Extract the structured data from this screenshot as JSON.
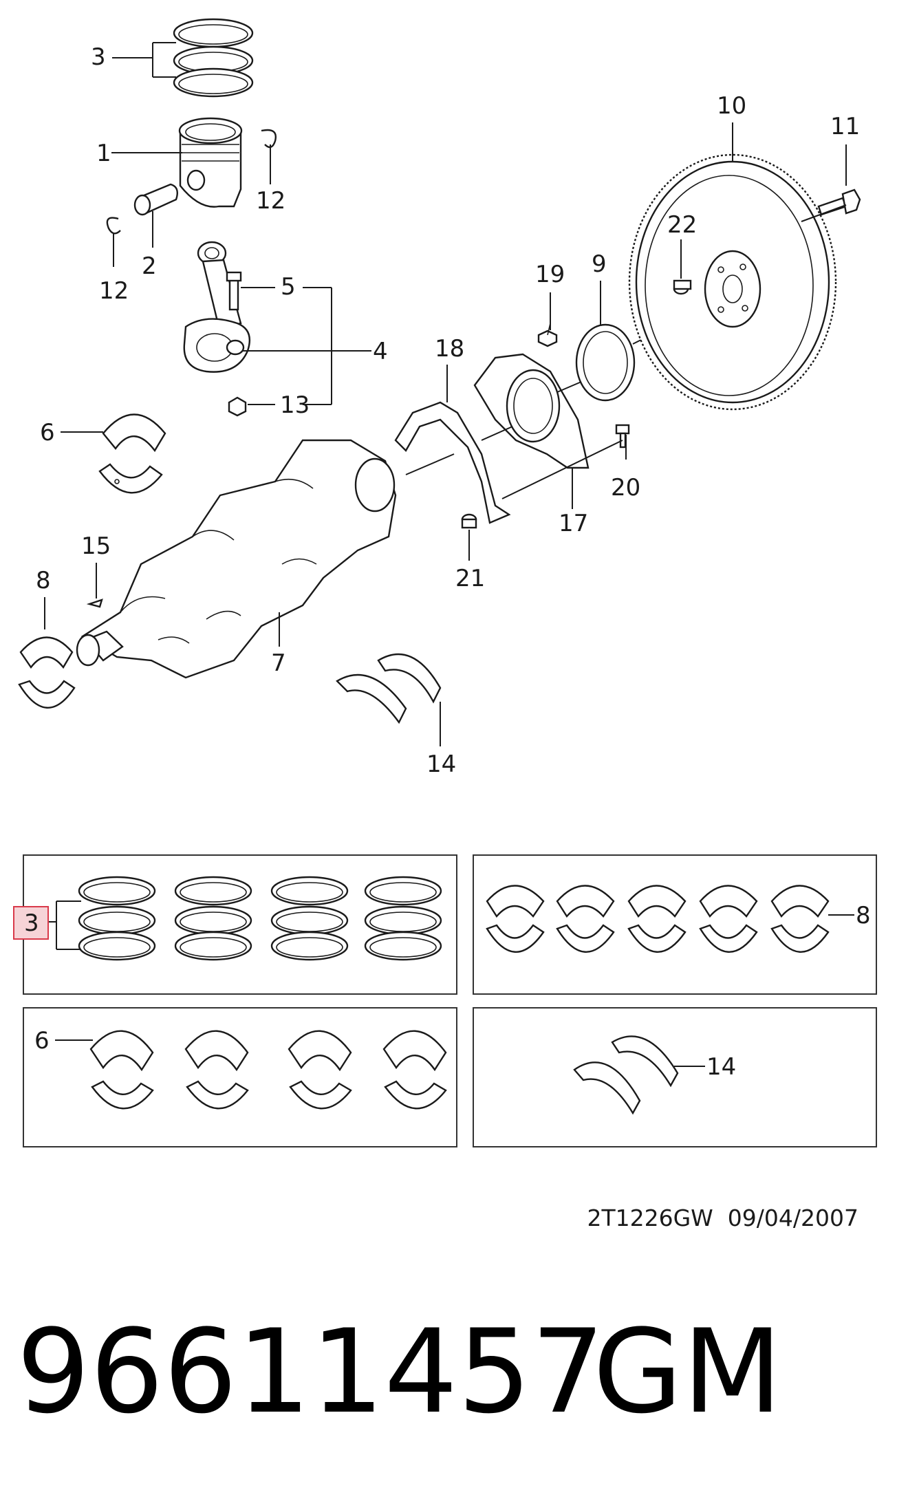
{
  "callouts": {
    "c1": "1",
    "c2": "2",
    "c3_top": "3",
    "c4": "4",
    "c5": "5",
    "c6_top": "6",
    "c7": "7",
    "c8_top": "8",
    "c9": "9",
    "c10": "10",
    "c11": "11",
    "c12_right": "12",
    "c12_left": "12",
    "c13": "13",
    "c14_top": "14",
    "c15": "15",
    "c17": "17",
    "c18": "18",
    "c19": "19",
    "c20": "20",
    "c21": "21",
    "c22": "22"
  },
  "kits": {
    "rings_label": "3",
    "main_bearings_label": "8",
    "rod_bearings_label": "6",
    "thrust_label": "14"
  },
  "drawing_ref": "2T1226GW  09/04/2007",
  "part_number": "96611457",
  "brand": "GM",
  "colors": {
    "highlight_fill": "#f6d3d7",
    "highlight_stroke": "#d9394a",
    "ink": "#1a1a1a"
  }
}
